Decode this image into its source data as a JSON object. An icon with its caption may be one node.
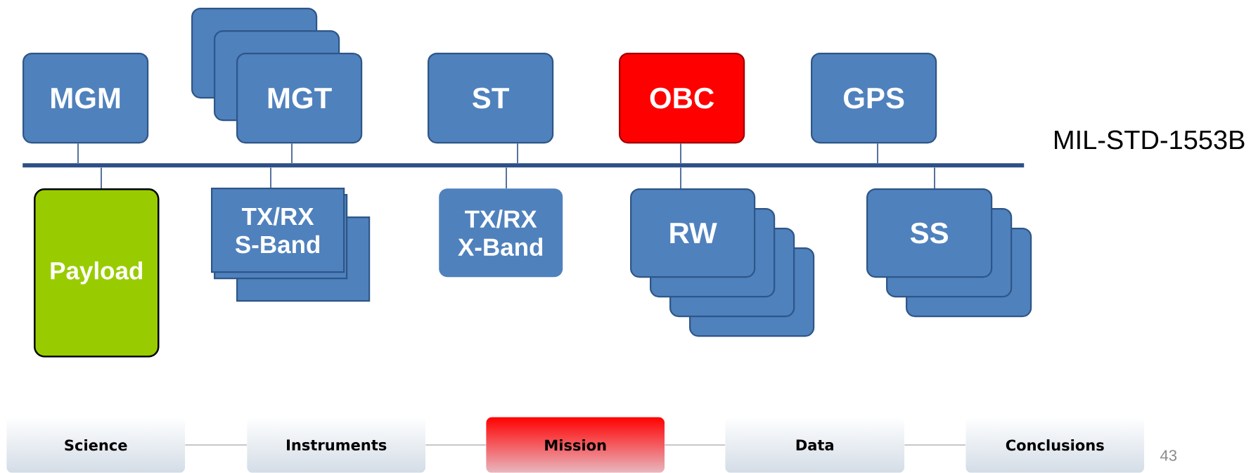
{
  "diagram": {
    "nodes": [
      {
        "text": [
          "MGM"
        ]
      },
      {
        "text": [
          "MGT"
        ]
      },
      {
        "text": [
          "ST"
        ]
      },
      {
        "text": [
          "OBC"
        ]
      },
      {
        "text": [
          "GPS"
        ]
      },
      {
        "text": [],
        "shape": "bar"
      },
      {
        "text": [
          "Payload"
        ]
      },
      {
        "text": [
          "TX/RX S-Band"
        ]
      },
      {
        "text": [
          "TX/RX X-Band"
        ]
      },
      {
        "text": [
          "RW"
        ]
      },
      {
        "text": [
          "SS"
        ]
      },
      {
        "text": [
          "Science"
        ]
      },
      {
        "text": [
          "Instruments"
        ]
      },
      {
        "text": [
          "Mission"
        ]
      },
      {
        "text": [
          "Data"
        ]
      },
      {
        "text": [
          "Conclusions"
        ]
      }
    ],
    "edges": [
      {
        "from": 0,
        "to": 5,
        "arrow": "none"
      },
      {
        "from": 1,
        "to": 5,
        "arrow": "none"
      },
      {
        "from": 2,
        "to": 5,
        "arrow": "none"
      },
      {
        "from": 3,
        "to": 5,
        "arrow": "none"
      },
      {
        "from": 4,
        "to": 5,
        "arrow": "none"
      },
      {
        "from": 5,
        "to": 6,
        "arrow": "none"
      },
      {
        "from": 5,
        "to": 7,
        "arrow": "none"
      },
      {
        "from": 5,
        "to": 8,
        "arrow": "none"
      },
      {
        "from": 5,
        "to": 9,
        "arrow": "none"
      },
      {
        "from": 5,
        "to": 10,
        "arrow": "none"
      },
      {
        "from": 11,
        "to": 12,
        "arrow": "none",
        "color": "#a6a6a6"
      },
      {
        "from": 12,
        "to": 13,
        "arrow": "none",
        "color": "#a6a6a6"
      },
      {
        "from": 13,
        "to": 14,
        "arrow": "none",
        "color": "#a6a6a6"
      },
      {
        "from": 14,
        "to": 15,
        "arrow": "none",
        "color": "#a6a6a6"
      }
    ],
    "labels": [
      "MIL-STD-1553B",
      "43"
    ]
  }
}
